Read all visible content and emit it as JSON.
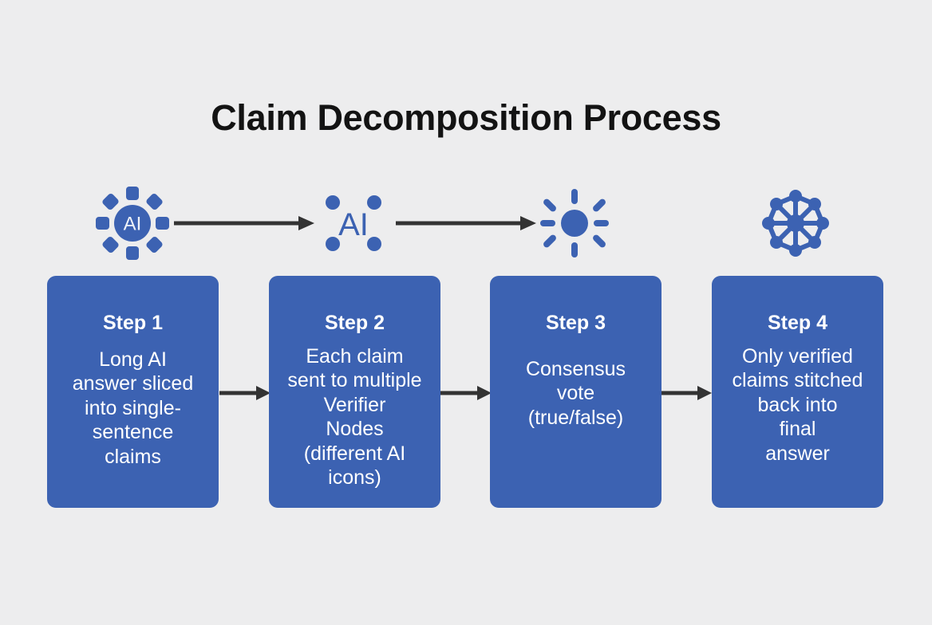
{
  "page": {
    "title": "Claim Decomposition Process",
    "background_color": "#ededee",
    "card_color": "#3c62b2",
    "icon_color": "#3c62b2",
    "arrow_color": "#333333",
    "text_color": "#ffffff",
    "title_color": "#131313"
  },
  "icons": [
    {
      "name": "ai-chip-icon",
      "label": "AI",
      "description": "circle with AI label surrounded by eight rounded segments"
    },
    {
      "name": "ai-corners-icon",
      "label": "AI",
      "description": "AI text with four corner dots"
    },
    {
      "name": "sun-burst-icon",
      "label": "",
      "description": "filled circle with eight radiating rays"
    },
    {
      "name": "network-hub-icon",
      "label": "",
      "description": "central node linked to eight ring nodes"
    }
  ],
  "steps": [
    {
      "title": "Step 1",
      "lines": [
        "Long AI",
        "answer sliced",
        "into single-",
        "sentence",
        "claims"
      ]
    },
    {
      "title": "Step 2",
      "lines": [
        "Each claim",
        "sent to multiple",
        "Verifier",
        "Nodes",
        "(different AI",
        "icons)"
      ]
    },
    {
      "title": "Step 3",
      "lines": [
        "Consensus",
        "vote",
        "(true/false)"
      ]
    },
    {
      "title": "Step 4",
      "lines": [
        "Only verified",
        "claims stitched",
        "back into",
        "final",
        "answer"
      ]
    }
  ],
  "arrows": [
    {
      "name": "arrow-icon1-to-icon2",
      "direction": "right"
    },
    {
      "name": "arrow-icon2-to-icon3",
      "direction": "right"
    },
    {
      "name": "arrow-step1-to-step2",
      "direction": "right"
    },
    {
      "name": "arrow-step2-to-step3",
      "direction": "right"
    },
    {
      "name": "arrow-step3-to-step4",
      "direction": "right"
    }
  ]
}
